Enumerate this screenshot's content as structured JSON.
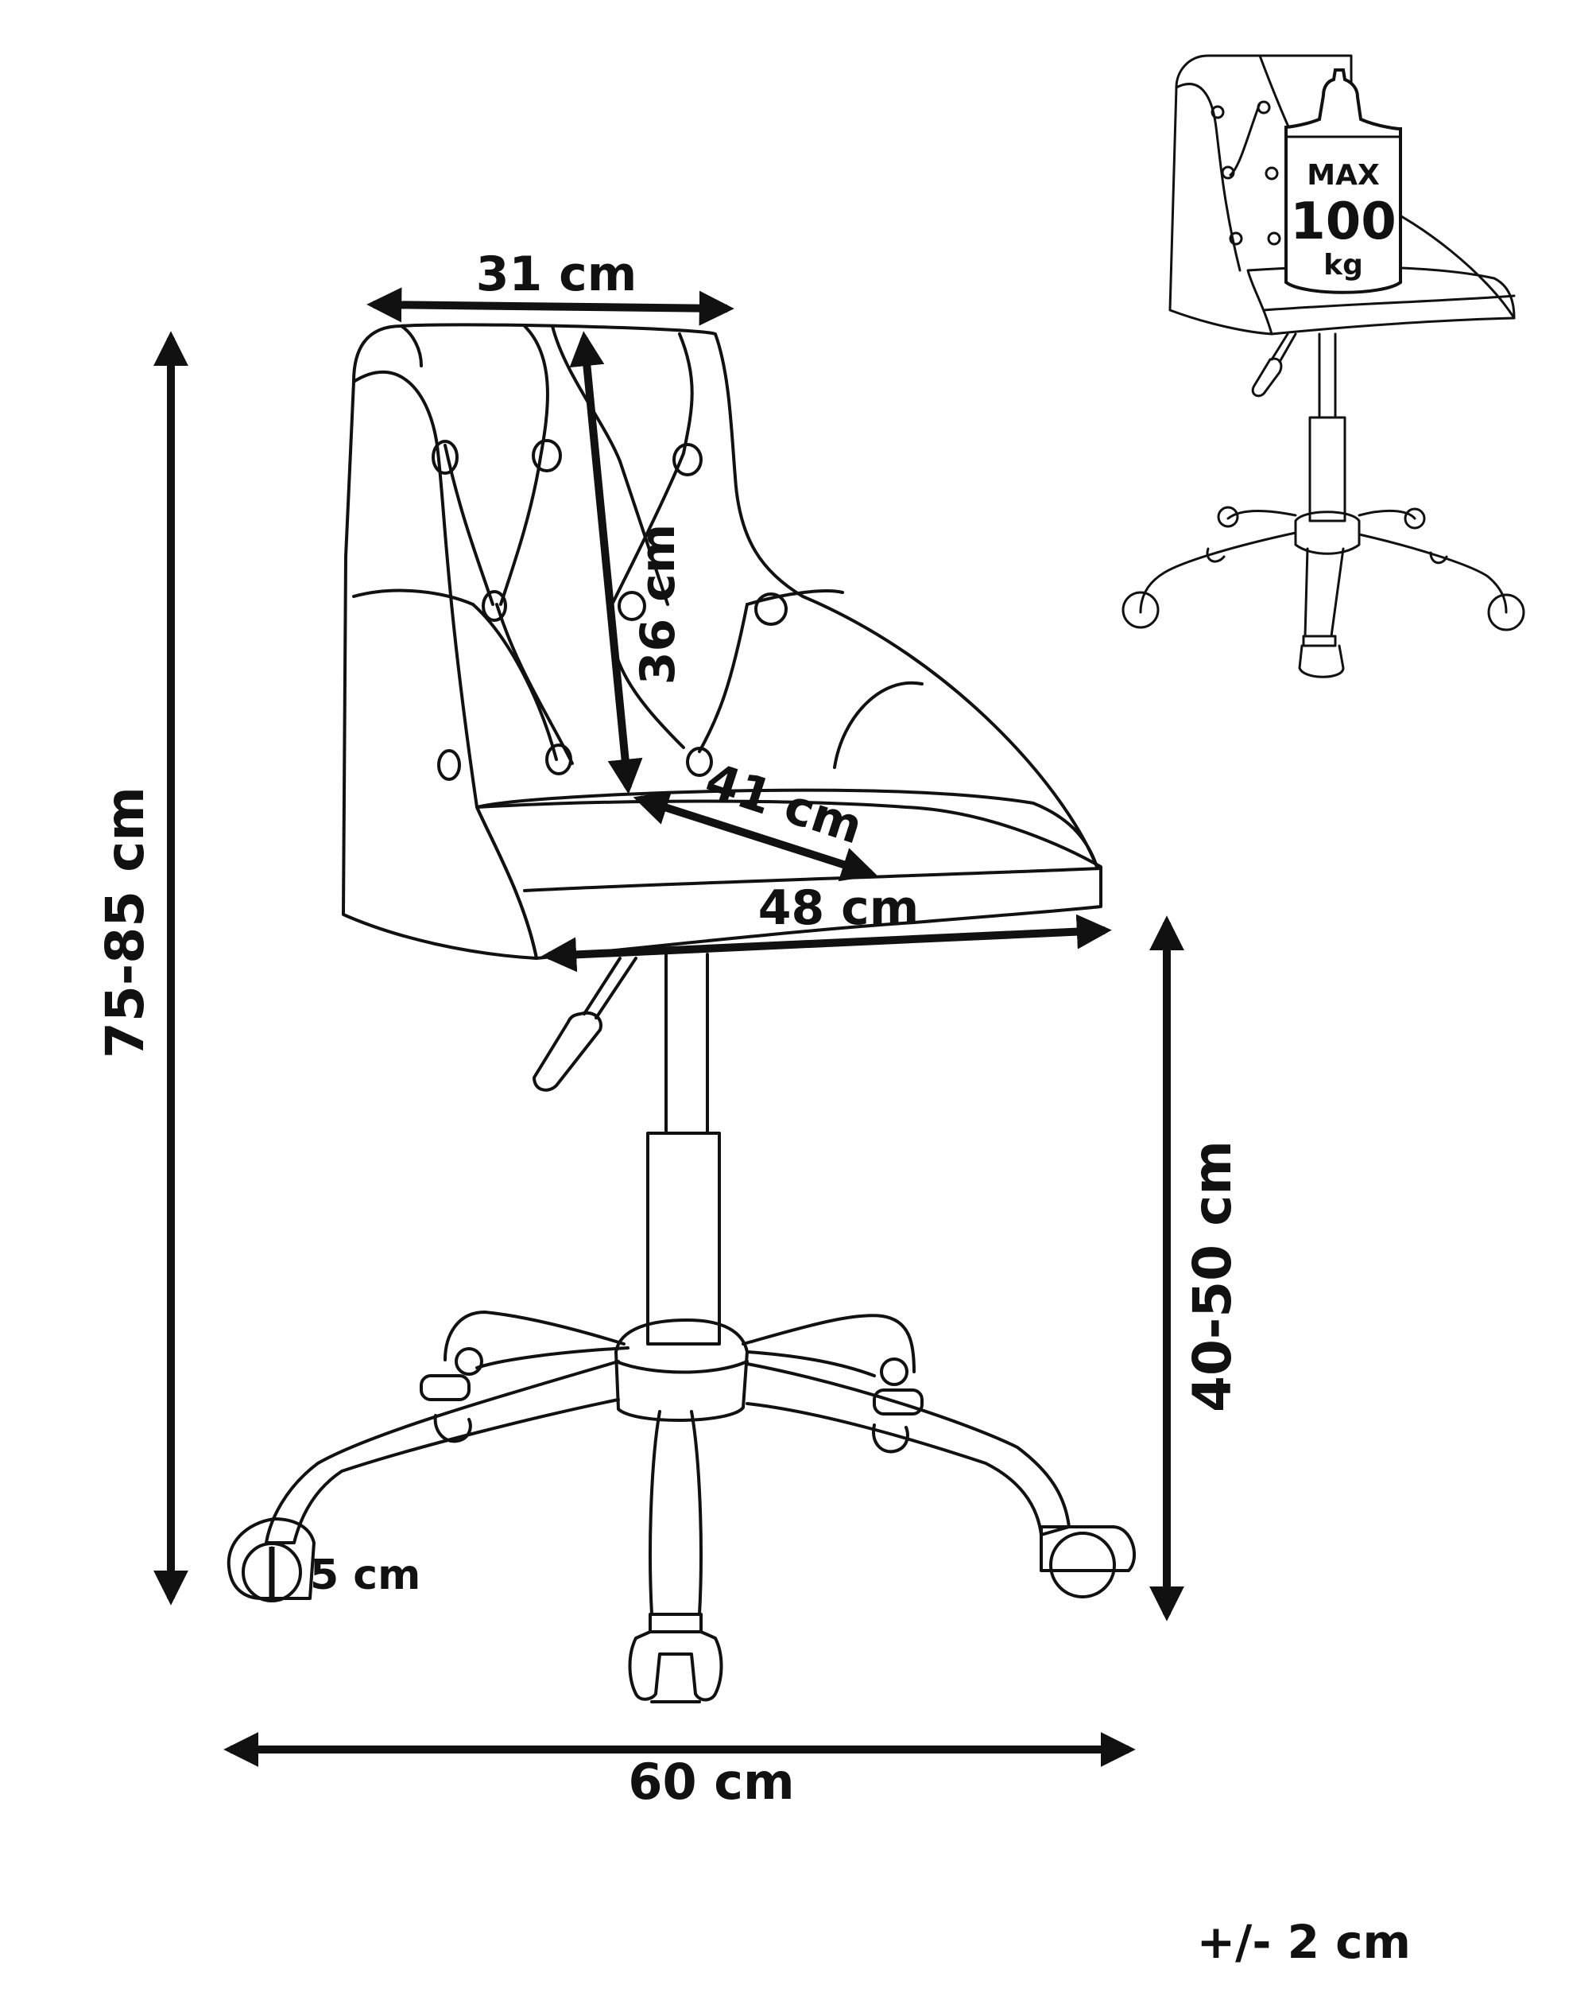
{
  "colors": {
    "ink": "#111111",
    "paper": "#ffffff"
  },
  "dimensions": {
    "back_width": "31 cm",
    "back_height": "36 cm",
    "seat_depth": "41 cm",
    "seat_width": "48 cm",
    "total_height": "75-85 cm",
    "seat_height": "40-50 cm",
    "wheel_size": "5 cm",
    "base_width": "60 cm",
    "tolerance": "+/- 2 cm"
  },
  "load_badge": {
    "max_label": "MAX",
    "value": "100",
    "unit": "kg"
  }
}
